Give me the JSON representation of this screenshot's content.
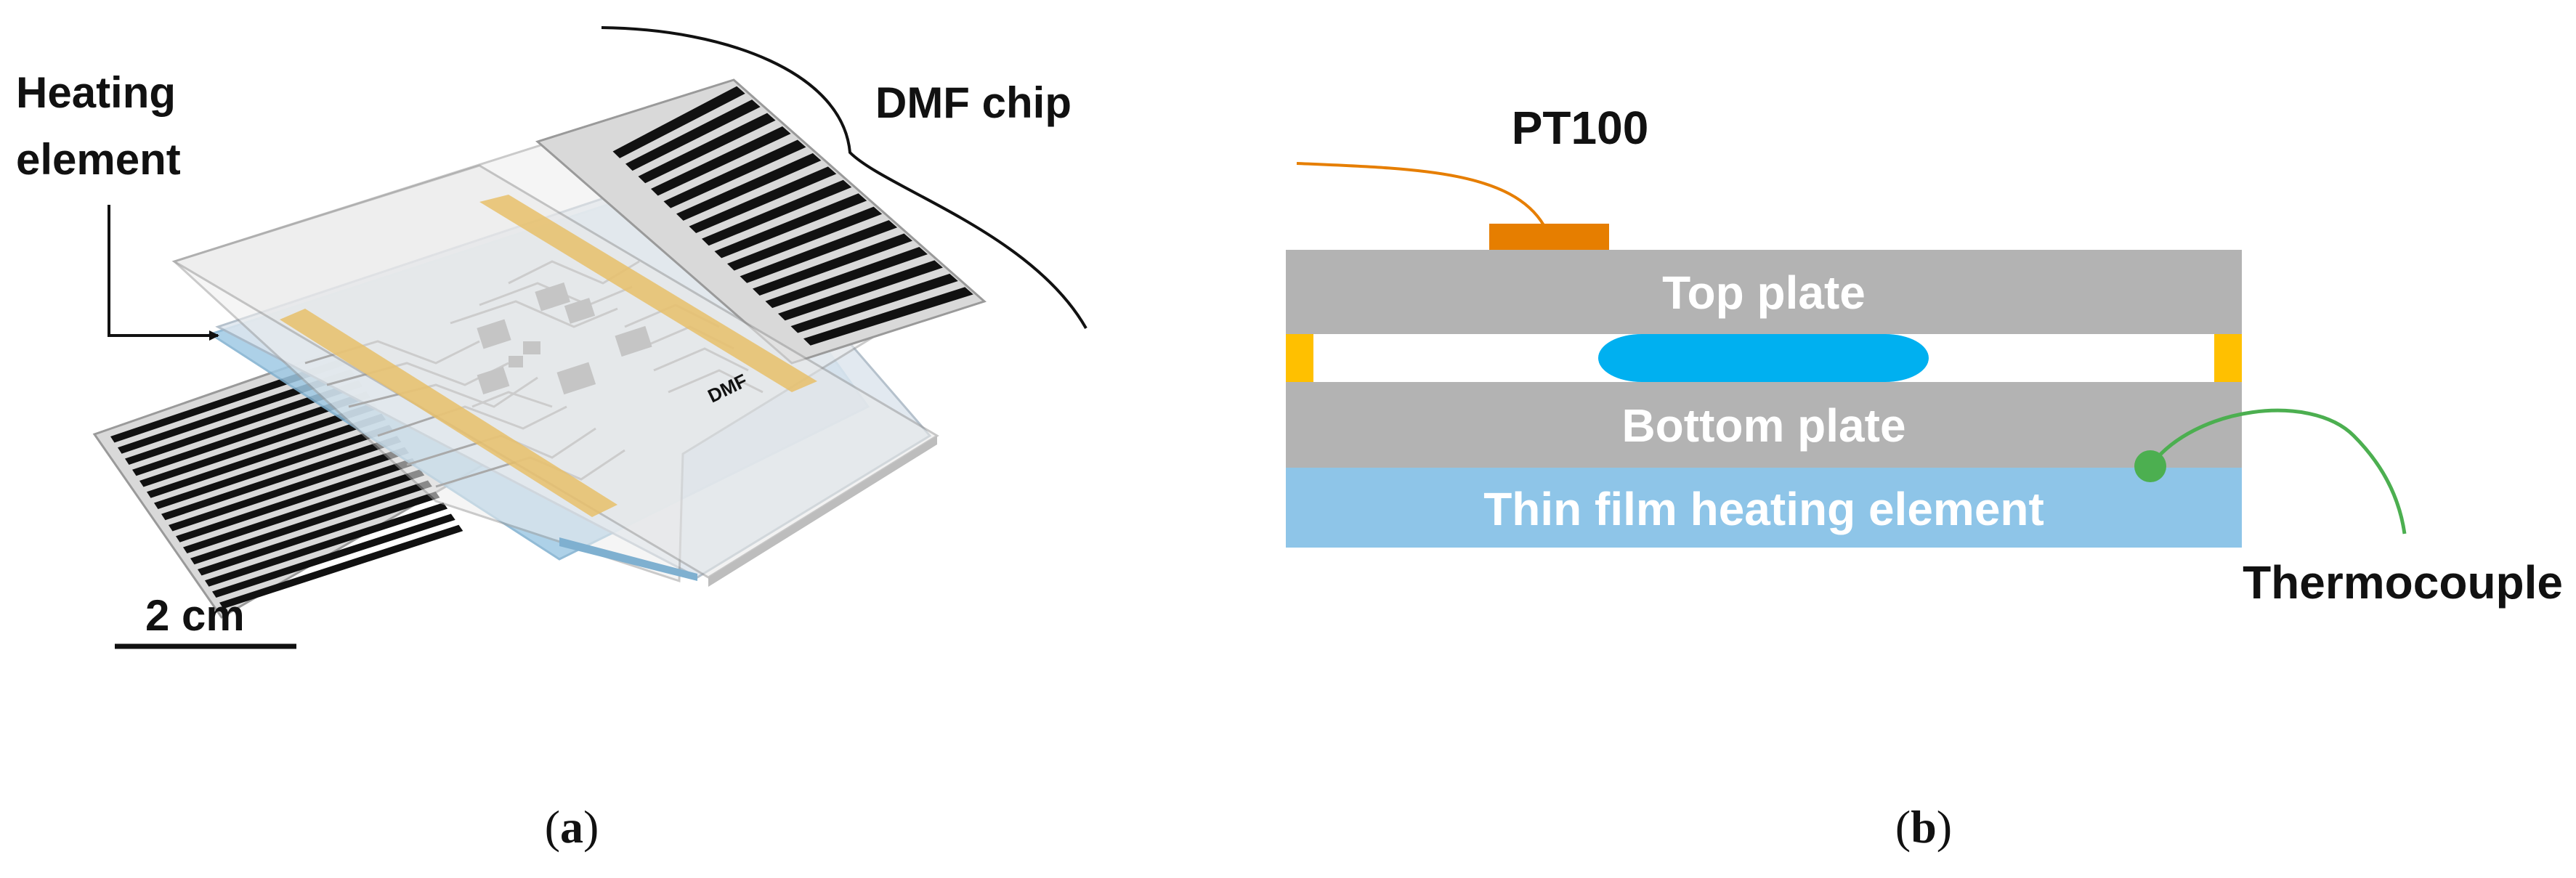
{
  "panel_a": {
    "labels": {
      "heating_element_line1": "Heating",
      "heating_element_line2": "element",
      "dmf_chip": "DMF chip",
      "scale_bar": "2 cm",
      "chip_marking": "DMF"
    },
    "caption": {
      "open": "(",
      "letter": "a",
      "close": ")"
    }
  },
  "panel_b": {
    "labels": {
      "pt100": "PT100",
      "top_plate": "Top plate",
      "bottom_plate": "Bottom plate",
      "heating_film": "Thin film heating element",
      "thermocouple": "Thermocouple"
    },
    "caption": {
      "open": "(",
      "letter": "b",
      "close": ")"
    }
  },
  "colors": {
    "plate_gray": "#b3b3b3",
    "heater_blue": "#8ec5e8",
    "droplet_blue": "#00b0f0",
    "spacer_yellow": "#ffc000",
    "pt100_orange": "#e67e00",
    "thermocouple_green": "#4caf50",
    "tape_gold": "#e8c06a"
  }
}
